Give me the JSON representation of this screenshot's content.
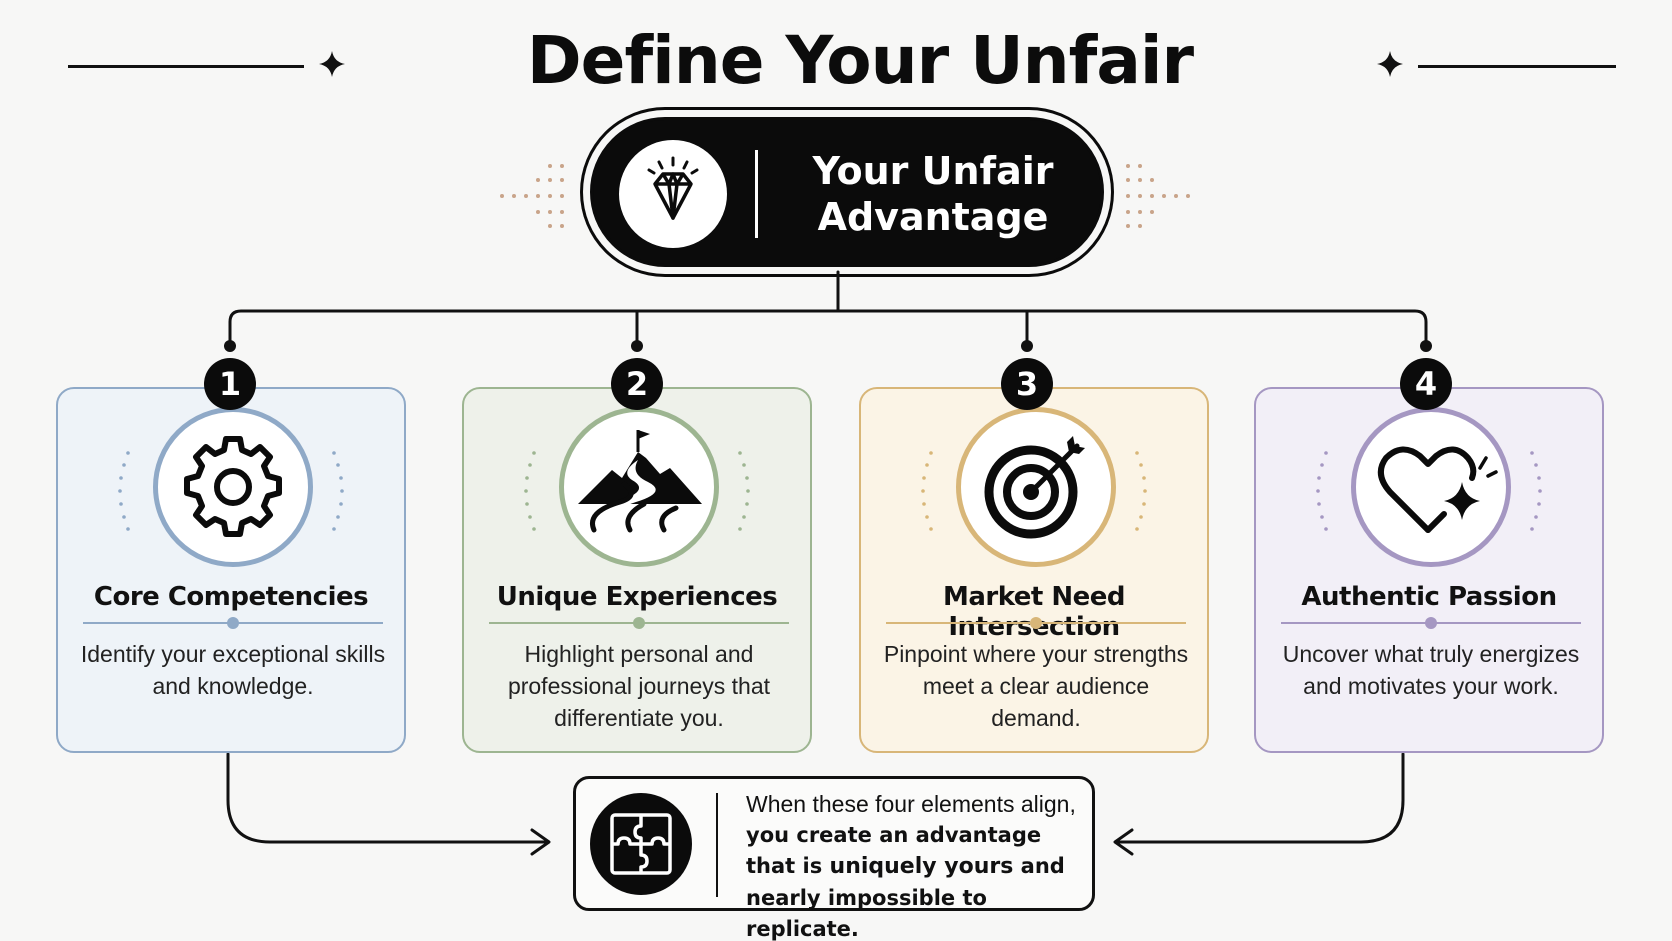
{
  "title": "Define Your Unfair Advantage",
  "center": {
    "line1": "Your Unfair",
    "line2": "Advantage",
    "icon": "diamond-icon"
  },
  "steps": [
    {
      "number": "1",
      "title": "Core Competencies",
      "description": "Identify your exceptional skills and knowledge.",
      "icon": "gear-icon",
      "accent": "#8fa9c7",
      "bg": "#eef3f8"
    },
    {
      "number": "2",
      "title": "Unique Experiences",
      "description": "Highlight personal and professional journeys that differentiate you.",
      "icon": "mountain-path-icon",
      "accent": "#9db591",
      "bg": "#eef1ea"
    },
    {
      "number": "3",
      "title": "Market Need Intersection",
      "description": "Pinpoint where your strengths meet a clear audience demand.",
      "icon": "target-arrow-icon",
      "accent": "#d8b678",
      "bg": "#fbf4e6"
    },
    {
      "number": "4",
      "title": "Authentic Passion",
      "description": "Uncover what truly energizes and motivates your work.",
      "icon": "heart-sparkle-icon",
      "accent": "#a597c2",
      "bg": "#f2eff7"
    }
  ],
  "summary": {
    "icon": "puzzle-icon",
    "line1": "When these four elements align,",
    "line2": "you create an advantage",
    "line3a": "that is ",
    "line3b": "uniquely yours",
    "line3c": " and",
    "line4": "nearly impossible to replicate."
  },
  "colors": {
    "ink": "#0b0b0b",
    "background": "#f7f7f6",
    "dots": "#c9a48a"
  }
}
